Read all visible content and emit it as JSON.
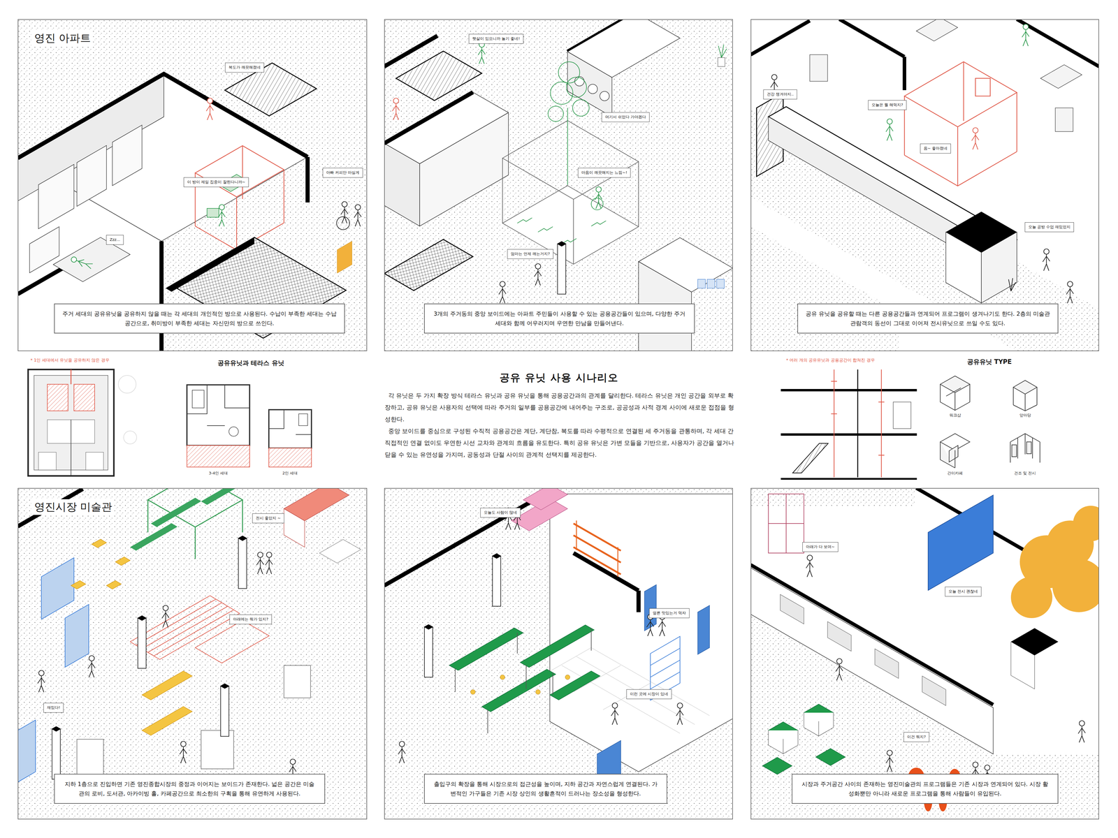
{
  "diagram": {
    "title": "공유 유닛 사용 시나리오",
    "nodes": [
      {
        "text": [
          "영진 아파트"
        ]
      },
      {
        "text": [
          "복도가 깨끗해졌네"
        ],
        "in": 0
      },
      {
        "text": [
          "이 방이 제일 집중이 잘된다니까~"
        ],
        "in": 0
      },
      {
        "text": [
          "아빠 커피만 마실게"
        ],
        "in": 0
      },
      {
        "text": [
          "Zzz..."
        ],
        "in": 0
      },
      {
        "text": [
          "주거 세대의 공유유닛을 공유하지 않을 때는 각 세대의 개인적인 방으로 사용된다. 수납이 부족한 세대는 수납공간으로, 취미방이 부족한 세대는 자신만의 방으로 쓰인다."
        ],
        "in": 0
      },
      {
        "text": []
      },
      {
        "text": [
          "햇살이 있으니까 놀기 좋네!"
        ],
        "in": 6
      },
      {
        "text": [
          "여기서 쉬었다 가야겠다"
        ],
        "in": 6
      },
      {
        "text": [
          "마음이 깨끗해지는 느낌~!"
        ],
        "in": 6
      },
      {
        "text": [
          "엄마는 언제 깨는거지?"
        ],
        "in": 6
      },
      {
        "text": [
          "3개의 주거동의 중앙 보이드에는 아파트 주민들이 사용할 수 있는 공용공간들이 있으며, 다양한 주거 세대와 함께 어우러지며 우연한 만남을 만들어낸다."
        ],
        "in": 6
      },
      {
        "text": []
      },
      {
        "text": [
          "건강 챙겨야지.."
        ],
        "in": 12
      },
      {
        "text": [
          "오늘은 뭘 해먹지?"
        ],
        "in": 12
      },
      {
        "text": [
          "음~ 좋아졌네"
        ],
        "in": 12
      },
      {
        "text": [
          "오늘 공방 수업 재밌었지"
        ],
        "in": 12
      },
      {
        "text": [
          "공유 유닛을 공유할 때는 다른 공용공간들과 연계되어 프로그램이 생겨나기도 한다. 2층의 미술관 관람객의 동선이 그대로 이어져 전시유닛으로 쓰일 수도 있다."
        ],
        "in": 12
      },
      {
        "text": [
          "영진시장 미술관"
        ]
      },
      {
        "text": [
          "전시 좋았지 ~"
        ],
        "in": 18
      },
      {
        "text": [
          "아래에는 뭐가 있지?"
        ],
        "in": 18
      },
      {
        "text": [
          "재밌다!"
        ],
        "in": 18
      },
      {
        "text": [
          "지하 1층으로 진입하면 기존 영진종합시장의 중정과 이어지는 보이드가 존재한다. 넓은 공간은 미술관의 로비, 도서관, 아카이빙 홀, 카페공간으로 최소한의 구획을 통해 유연하게 사용된다."
        ],
        "in": 18
      },
      {
        "text": []
      },
      {
        "text": [
          "오늘도 사람이 많네"
        ],
        "in": 23
      },
      {
        "text": [
          "얼른 맛있는거 먹자"
        ],
        "in": 23
      },
      {
        "text": [
          "이런 곳에 시장이 있네"
        ],
        "in": 23
      },
      {
        "text": [
          "출입구의 확장을 통해 시장으로의 접근성을 높이며, 지하 공간과 자연스럽게 연결된다. 가변적인 가구들은 기존 시장 상인의 생활흔적이 드러나는 장소성을 형성한다."
        ],
        "in": 23
      },
      {
        "text": []
      },
      {
        "text": [
          "아래가 다 보여~"
        ],
        "in": 28
      },
      {
        "text": [
          "오늘 전시 괜찮네"
        ],
        "in": 28
      },
      {
        "text": [
          "이건 뭐지?"
        ],
        "in": 28
      },
      {
        "text": [
          "시장과 주거공간 사이의 존재하는 영진미술관의 프로그램들은 기존 시장과 연계되어 있다. 시장 활성화뿐만 아니라 새로운 프로그램을 통해 사람들이 유입된다."
        ],
        "in": 28
      }
    ],
    "labels": [
      "* 1인 세대에서 유닛을 공유하지 않은 경우",
      "공유유닛과 테라스 유닛",
      "3-4인 세대",
      "2인 세대",
      "각 유닛은 두 가지 확장 방식 테라스 유닛과 공유 유닛을 통해 공용공간과의 관계를 달리한다. 테라스 유닛은 개인 공간을 외부로 확장하고, 공유 유닛은 사용자의 선택에 따라 주거의 일부를 공용공간에 내어주는 구조로, 공공성과 사적 경계 사이에 새로운 접점을 형성한다.",
      "중앙 보이드를 중심으로 구성된 수직적 공용공간은 계단, 계단참, 복도를 따라 수평적으로 연결된 세 주거동을 관통하며, 각 세대 간 직접적인 연결 없이도 우연한 시선 교차와 관계의 흐름을 유도한다. 특히 공유 유닛은 가변 모듈을 기반으로, 사용자가 공간을 열거나 닫을 수 있는 유연성을 가지며, 공동성과 단절 사이의 관계적 선택지를 제공한다.",
      "* 여러 개의 공유유닛과 공용공간이 합쳐진 경우",
      "공유유닛 TYPE",
      "워크샵",
      "앞마당",
      "간이카페",
      "건조 및 전시"
    ]
  }
}
